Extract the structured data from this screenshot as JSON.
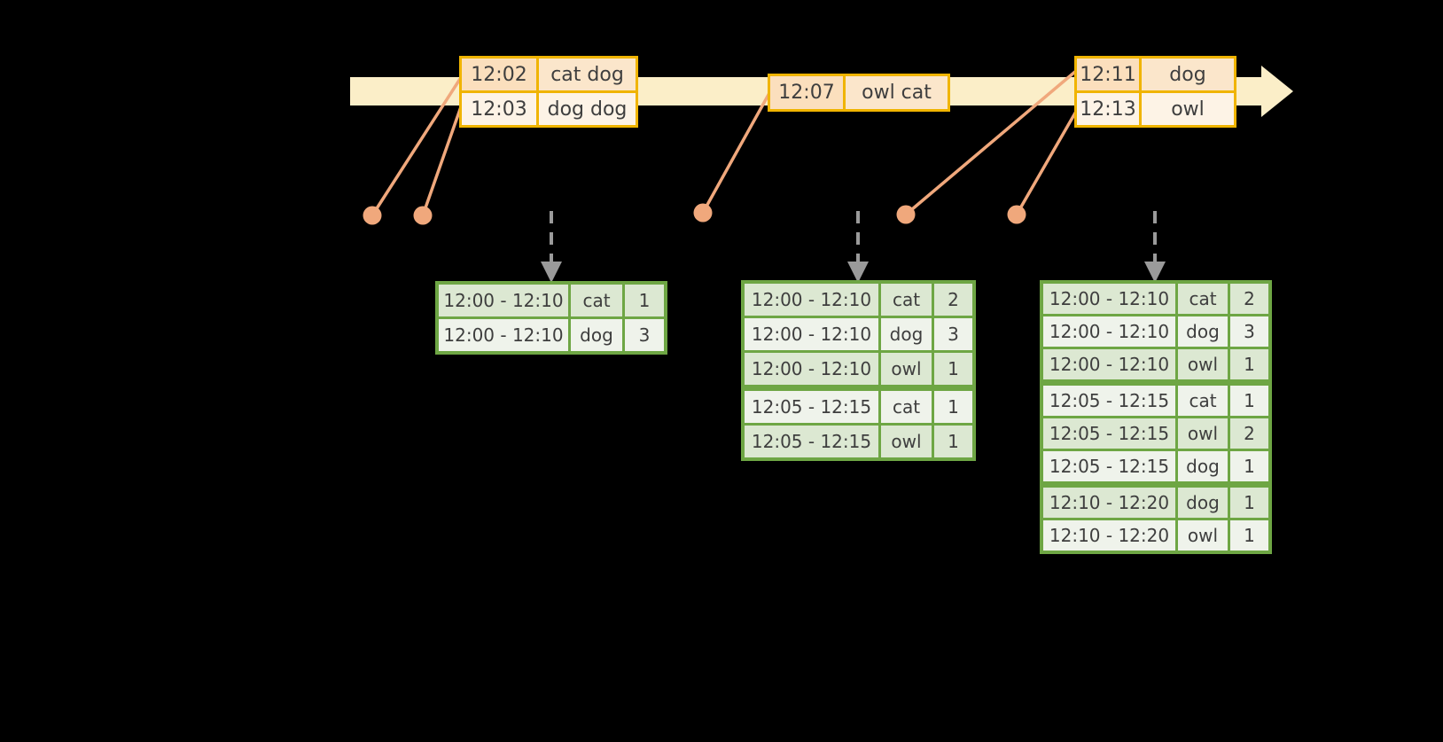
{
  "colors": {
    "canvas-bg": "#000000",
    "band": "#FBEEC8",
    "amber": "#F0B400",
    "event-time-bg": "#FBDFBD",
    "event-word-bg": "#FBE6CB",
    "event-alt-bg": "#FDF3E6",
    "green": "#6EA644",
    "g-row-dark": "#DCE8D2",
    "g-row-light": "#EFF3EB",
    "connector": "#F0A87C",
    "dash-gray": "#9A9A9A",
    "text-dark": "#3E3E3E"
  },
  "timeline": {
    "event_boxes": [
      {
        "rows": [
          {
            "time": "12:02",
            "words": "cat dog"
          },
          {
            "time": "12:03",
            "words": "dog dog"
          }
        ]
      },
      {
        "rows": [
          {
            "time": "12:07",
            "words": "owl cat"
          }
        ]
      },
      {
        "rows": [
          {
            "time": "12:11",
            "words": "dog"
          },
          {
            "time": "12:13",
            "words": "owl"
          }
        ]
      }
    ]
  },
  "result_tables": [
    {
      "rows": [
        {
          "window": "12:00 - 12:10",
          "word": "cat",
          "count": "1"
        },
        {
          "window": "12:00 - 12:10",
          "word": "dog",
          "count": "3"
        }
      ]
    },
    {
      "rows": [
        {
          "window": "12:00 - 12:10",
          "word": "cat",
          "count": "2"
        },
        {
          "window": "12:00 - 12:10",
          "word": "dog",
          "count": "3"
        },
        {
          "window": "12:00 - 12:10",
          "word": "owl",
          "count": "1"
        },
        {
          "window": "12:05 - 12:15",
          "word": "cat",
          "count": "1"
        },
        {
          "window": "12:05 - 12:15",
          "word": "owl",
          "count": "1"
        }
      ]
    },
    {
      "rows": [
        {
          "window": "12:00 - 12:10",
          "word": "cat",
          "count": "2"
        },
        {
          "window": "12:00 - 12:10",
          "word": "dog",
          "count": "3"
        },
        {
          "window": "12:00 - 12:10",
          "word": "owl",
          "count": "1"
        },
        {
          "window": "12:05 - 12:15",
          "word": "cat",
          "count": "1"
        },
        {
          "window": "12:05 - 12:15",
          "word": "owl",
          "count": "2"
        },
        {
          "window": "12:05 - 12:15",
          "word": "dog",
          "count": "1"
        },
        {
          "window": "12:10 - 12:20",
          "word": "dog",
          "count": "1"
        },
        {
          "window": "12:10 - 12:20",
          "word": "owl",
          "count": "1"
        }
      ]
    }
  ]
}
